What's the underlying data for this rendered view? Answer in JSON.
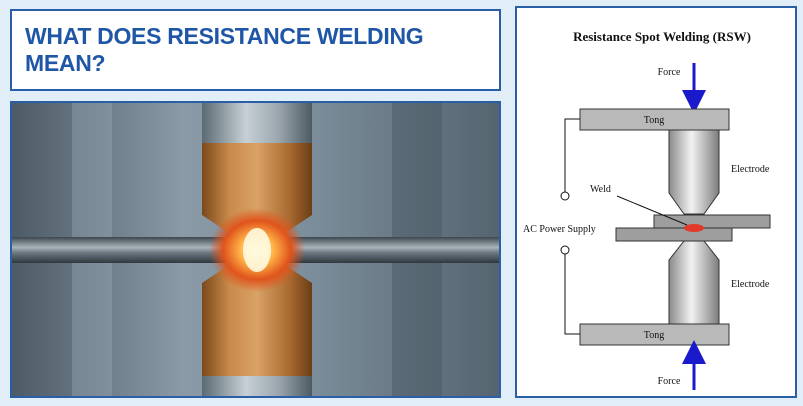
{
  "header": {
    "title": "WHAT DOES RESISTANCE WELDING MEAN?"
  },
  "diagram": {
    "title": "Resistance Spot Welding (RSW)",
    "labels": {
      "force_top": "Force",
      "force_bottom": "Force",
      "tong_top": "Tong",
      "tong_bottom": "Tong",
      "electrode_top": "Electrode",
      "electrode_bottom": "Electrode",
      "weld": "Weld",
      "power": "AC Power Supply"
    }
  },
  "colors": {
    "frame_border": "#2a5ea6",
    "title_text": "#1f56a6",
    "arrow": "#1a1acc",
    "weld_spot": "#e03a2a",
    "tong_fill": "#b9b9b9"
  }
}
